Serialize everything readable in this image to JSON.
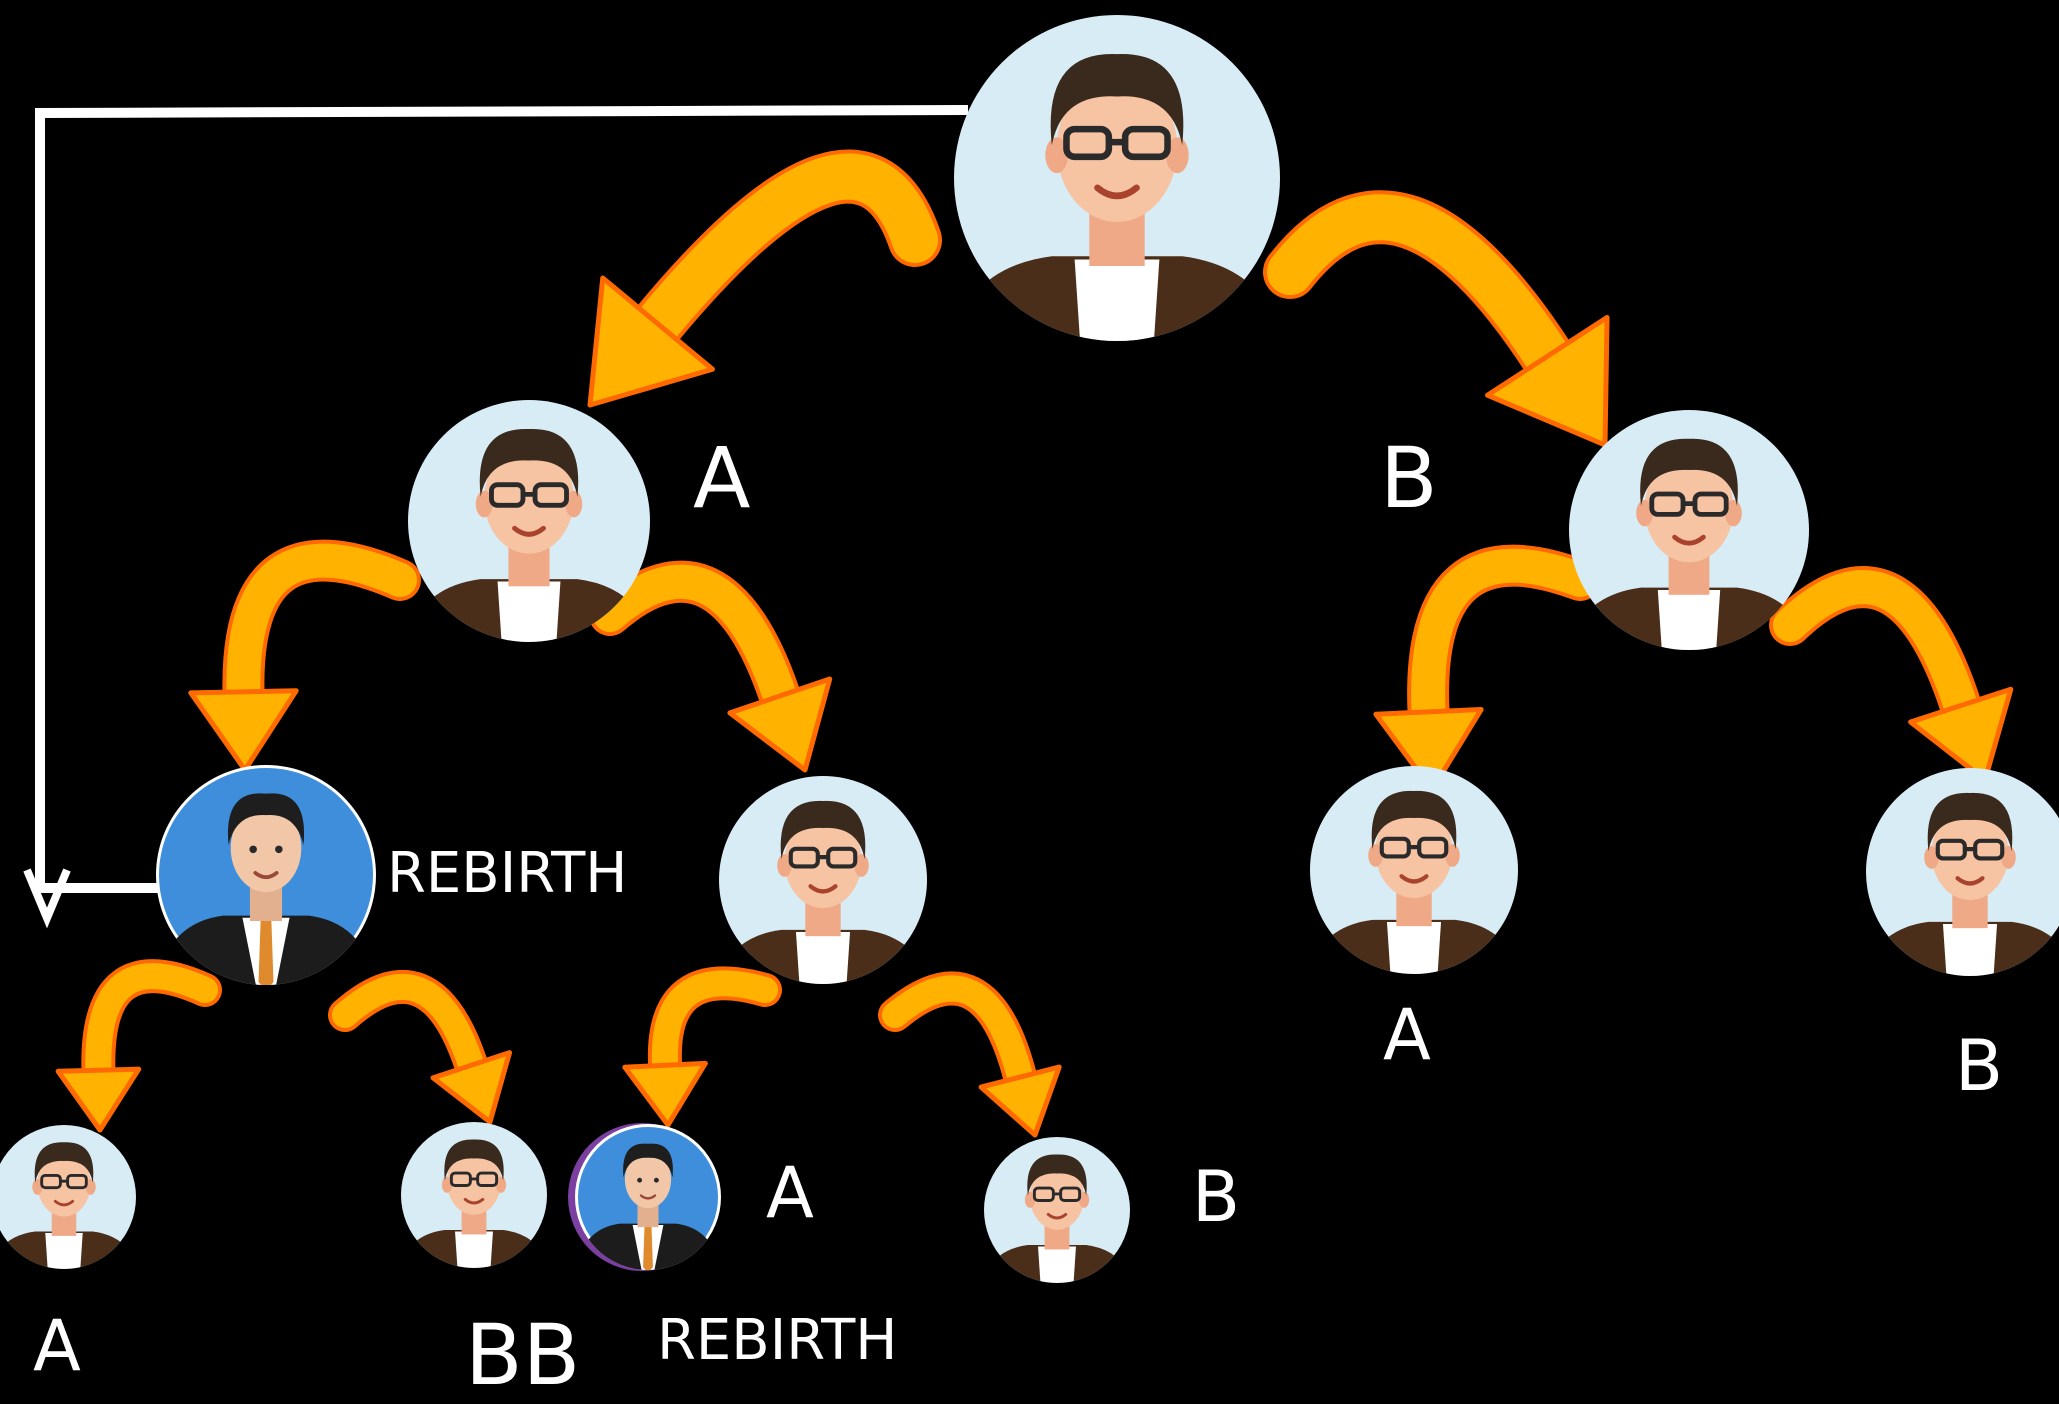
{
  "diagram": {
    "colors": {
      "background": "#000000",
      "arrow_fill": "#FFB300",
      "arrow_outline": "#FF6A00",
      "connector": "#FFFFFF",
      "avatar_bg_light": "#D8ECF5",
      "avatar_bg_blue": "#3E8EDB",
      "jacket_brown": "#4A2E1A",
      "suit_black": "#1C1C1C",
      "tie_orange": "#E08A2E",
      "skin": "#F6C3A3",
      "hair": "#3A2A1E"
    },
    "labels": {
      "level1_left": "A",
      "level1_right": "B",
      "level2_left_rebirth": "REBIRTH",
      "level2_right_left": "A",
      "level2_right_right": "B",
      "level3_far_left": "A",
      "level3_bb": "BB",
      "level3_rebirth_a": "A",
      "level3_rebirth_text": "REBIRTH",
      "level3_right_b": "B"
    },
    "icons": {
      "person": "person-glasses-avatar-icon",
      "rebirth": "businessman-avatar-icon"
    }
  }
}
